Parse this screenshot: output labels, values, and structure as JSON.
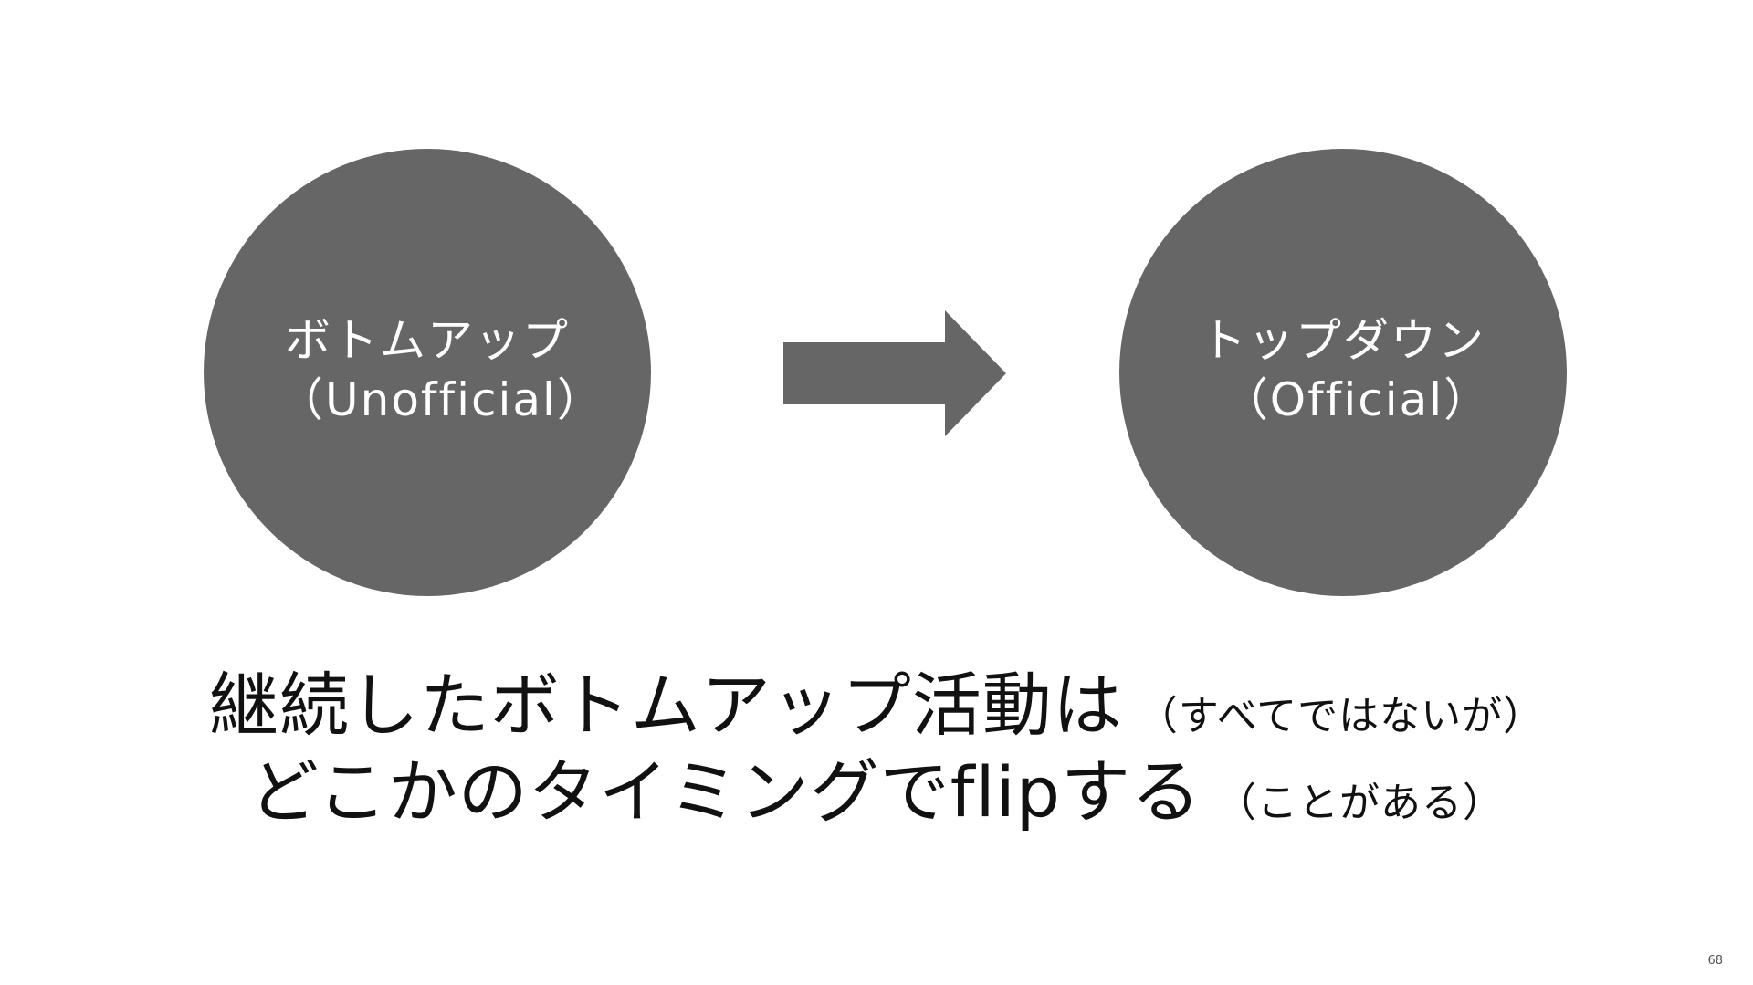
{
  "left_circle": {
    "line1": "ボトムアップ",
    "line2": "（Unofficial）"
  },
  "right_circle": {
    "line1": "トップダウン",
    "line2": "（Official）"
  },
  "arrow_icon": "right-arrow-icon",
  "caption": {
    "line1_main": "継続したボトムアップ活動は",
    "line1_note": "（すべてではないが）",
    "line2_main": "どこかのタイミングでflipする",
    "line2_note": "（ことがある）"
  },
  "page_number": "68",
  "colors": {
    "shape_fill": "#666666",
    "label_text": "#ffffff",
    "caption_text": "#111111",
    "background": "#ffffff"
  }
}
